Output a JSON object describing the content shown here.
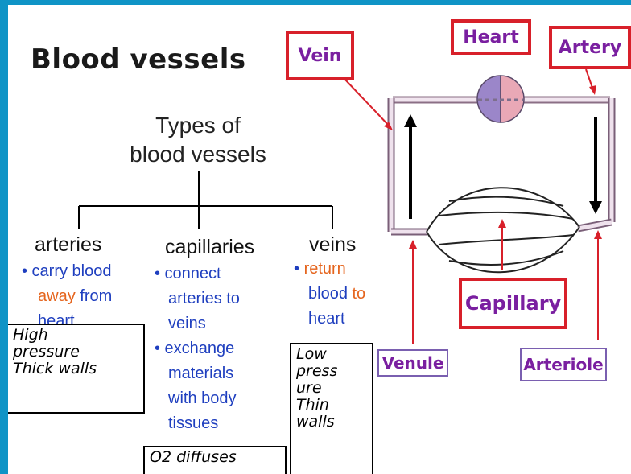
{
  "title": "Blood vessels",
  "tree_heading": [
    "Types of",
    "blood vessels"
  ],
  "columns": {
    "arteries": {
      "heading": "arteries",
      "lines": [
        [
          "• carry blood",
          ""
        ],
        [
          "",
          "away",
          " from"
        ],
        [
          "heart"
        ]
      ]
    },
    "capillaries": {
      "heading": "capillaries",
      "lines": [
        "• connect",
        "arteries to",
        "veins",
        "• exchange",
        "materials",
        "with body",
        "tissues"
      ]
    },
    "veins": {
      "heading": "veins",
      "lines": [
        [
          "• ",
          "return"
        ],
        [
          "blood ",
          "to"
        ],
        [
          "heart"
        ]
      ]
    }
  },
  "notes": {
    "arteries": [
      "High",
      "pressure",
      "Thick walls"
    ],
    "veins": [
      "Low",
      "press",
      "ure",
      "Thin",
      "walls"
    ],
    "capillaries": [
      "O2 diffuses"
    ]
  },
  "labels": {
    "vein": "Vein",
    "heart": "Heart",
    "artery": "Artery",
    "capillary": "Capillary",
    "venule": "Venule",
    "arteriole": "Arteriole"
  },
  "colors": {
    "background": "#0f94c6",
    "tag_border": "#d8202a",
    "tag_text": "#7a1fa0",
    "bullet_text": "#1f3fbf",
    "highlight_text": "#e5651e",
    "heart_left": "#9b86c9",
    "heart_right": "#e9a8b6"
  }
}
